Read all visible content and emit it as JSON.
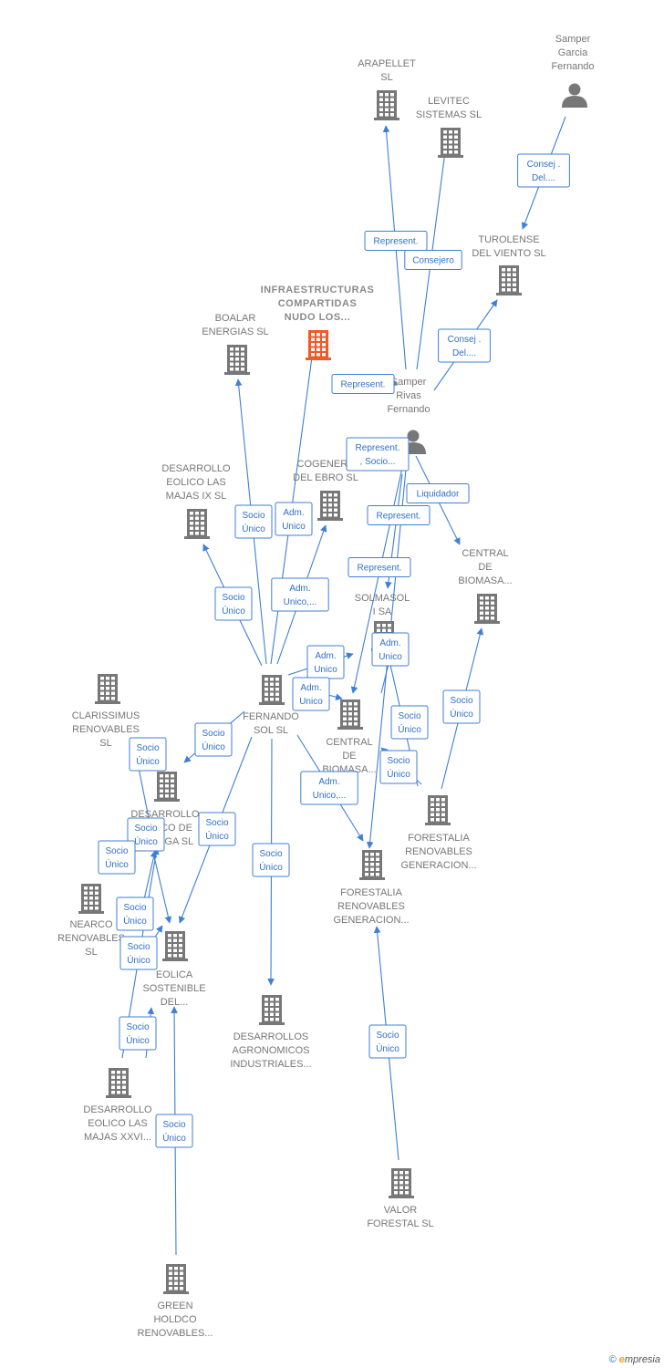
{
  "nodes": [
    {
      "id": "samper_garcia",
      "type": "person",
      "lines": [
        "Samper",
        "Garcia",
        "Fernando"
      ]
    },
    {
      "id": "arapellet",
      "type": "company",
      "lines": [
        "ARAPELLET",
        "SL"
      ]
    },
    {
      "id": "levitec",
      "type": "company",
      "lines": [
        "LEVITEC",
        "SISTEMAS  SL"
      ]
    },
    {
      "id": "turolense",
      "type": "company",
      "lines": [
        "TUROLENSE",
        "DEL VIENTO SL"
      ]
    },
    {
      "id": "infra",
      "type": "company",
      "focus": true,
      "lines": [
        "INFRAESTRUCTURAS",
        "COMPARTIDAS",
        "NUDO LOS..."
      ]
    },
    {
      "id": "boalar",
      "type": "company",
      "lines": [
        "BOALAR",
        "ENERGIAS  SL"
      ]
    },
    {
      "id": "samper_rivas",
      "type": "person",
      "lines": [
        "Samper",
        "Rivas",
        "Fernando"
      ]
    },
    {
      "id": "majas9",
      "type": "company",
      "lines": [
        "DESARROLLO",
        "EOLICO LAS",
        "MAJAS IX  SL"
      ]
    },
    {
      "id": "cogenera",
      "type": "company",
      "lines": [
        "COGENERA",
        "DEL EBRO  SL"
      ]
    },
    {
      "id": "central1",
      "type": "company",
      "lines": [
        "CENTRAL",
        "DE",
        "BIOMASA..."
      ]
    },
    {
      "id": "solmasol",
      "type": "company",
      "lines": [
        "SOLMASOL",
        "I SA"
      ]
    },
    {
      "id": "fernando_sol",
      "type": "company",
      "lines": [
        "FERNANDO",
        "SOL SL"
      ]
    },
    {
      "id": "clarissimus",
      "type": "company",
      "lines": [
        "CLARISSIMUS",
        "RENOVABLES",
        "SL"
      ]
    },
    {
      "id": "central2",
      "type": "company",
      "lines": [
        "CENTRAL",
        "DE",
        "BIOMASA..."
      ]
    },
    {
      "id": "desarrollo_ga",
      "type": "company",
      "lines": [
        "DESARROLLO",
        "EOLICO DE",
        "LA VEGA SL"
      ]
    },
    {
      "id": "forestalia1",
      "type": "company",
      "lines": [
        "FORESTALIA",
        "RENOVABLES",
        "GENERACION..."
      ]
    },
    {
      "id": "forestalia2",
      "type": "company",
      "lines": [
        "FORESTALIA",
        "RENOVABLES",
        "GENERACION..."
      ]
    },
    {
      "id": "nearco",
      "type": "company",
      "lines": [
        "NEARCO",
        "RENOVABLES",
        "SL"
      ]
    },
    {
      "id": "eolica",
      "type": "company",
      "lines": [
        "EOLICA",
        "SOSTENIBLE",
        "DEL..."
      ]
    },
    {
      "id": "agronomicos",
      "type": "company",
      "lines": [
        "DESARROLLOS",
        "AGRONOMICOS",
        "INDUSTRIALES..."
      ]
    },
    {
      "id": "majas26",
      "type": "company",
      "lines": [
        "DESARROLLO",
        "EOLICO LAS",
        "MAJAS XXVI..."
      ]
    },
    {
      "id": "valor",
      "type": "company",
      "lines": [
        "VALOR",
        "FORESTAL SL"
      ]
    },
    {
      "id": "green",
      "type": "company",
      "lines": [
        "GREEN",
        "HOLDCO",
        "RENOVABLES..."
      ]
    }
  ],
  "edges": [
    {
      "lines": [
        "Consej .",
        "Del...."
      ]
    },
    {
      "lines": [
        "Represent."
      ]
    },
    {
      "lines": [
        "Consejero"
      ]
    },
    {
      "lines": [
        "Consej .",
        "Del...."
      ]
    },
    {
      "lines": [
        "Represent."
      ]
    },
    {
      "lines": [
        "Represent.",
        ", Socio..."
      ]
    },
    {
      "lines": [
        "Liquidador"
      ]
    },
    {
      "lines": [
        "Represent."
      ]
    },
    {
      "lines": [
        "Represent."
      ]
    },
    {
      "lines": [
        "Socio",
        "Único"
      ]
    },
    {
      "lines": [
        "Adm.",
        "Unico"
      ]
    },
    {
      "lines": [
        "Adm.",
        "Unico,..."
      ]
    },
    {
      "lines": [
        "Socio",
        "Único"
      ]
    },
    {
      "lines": [
        "Adm.",
        "Unico"
      ]
    },
    {
      "lines": [
        "Adm.",
        "Unico"
      ]
    },
    {
      "lines": [
        "Adm.",
        "Unico"
      ]
    },
    {
      "lines": [
        "Socio",
        "Único"
      ]
    },
    {
      "lines": [
        "Socio",
        "Único"
      ]
    },
    {
      "lines": [
        "Socio",
        "Único"
      ]
    },
    {
      "lines": [
        "Socio",
        "Único"
      ]
    },
    {
      "lines": [
        "Adm.",
        "Unico,..."
      ]
    },
    {
      "lines": [
        "Socio",
        "Único"
      ]
    },
    {
      "lines": [
        "Socio",
        "Único"
      ]
    },
    {
      "lines": [
        "Socio",
        "Único"
      ]
    },
    {
      "lines": [
        "Socio",
        "Único"
      ]
    },
    {
      "lines": [
        "Socio",
        "Único"
      ]
    },
    {
      "lines": [
        "Socio",
        "Único"
      ]
    },
    {
      "lines": [
        "Socio",
        "Único"
      ]
    },
    {
      "lines": [
        "Socio",
        "Único"
      ]
    },
    {
      "lines": [
        "Socio",
        "Único"
      ]
    },
    {
      "lines": [
        "Socio",
        "Único"
      ]
    }
  ],
  "watermark": {
    "copyright": "©",
    "brand_initial": "e",
    "brand_rest": "mpresia"
  },
  "colors": {
    "edge": "#3f7fd6",
    "node": "#777777",
    "focus": "#f05a28"
  }
}
